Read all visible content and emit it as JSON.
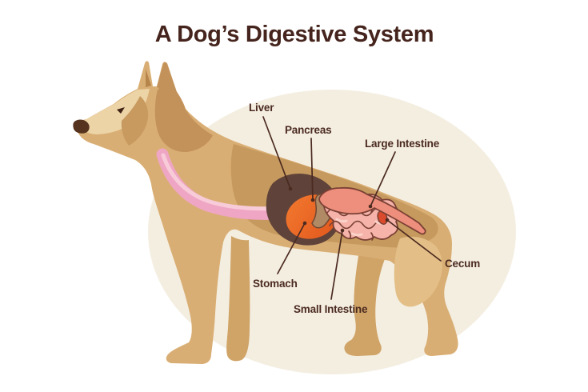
{
  "title": "A Dog’s Digestive System",
  "organ_labels": {
    "liver": "Liver",
    "pancreas": "Pancreas",
    "large_intestine": "Large Intestine",
    "stomach": "Stomach",
    "small_intestine": "Small Intestine",
    "cecum": "Cecum"
  },
  "colors": {
    "title_text": "#45241d",
    "label_text": "#4b2a20",
    "leader_line": "#4b2a20",
    "background": "#ffffff",
    "backdrop_ellipse": "#f4eee1",
    "dog_coat": "#d9ae74",
    "dog_coat_far_leg": "#d0a467",
    "dog_coat_light": "#ecd4a6",
    "dog_coat_dark": "#c3925a",
    "saddle_patch": "#c69a5e",
    "thigh_highlight": "#e3bf87",
    "nose": "#56331f",
    "esophagus": "#efa6c4",
    "esophagus_highlight": "#f8cbd9",
    "liver_organ": "#5f4239",
    "stomach_organ": "#ee6b25",
    "pancreas_organ": "#b08a64",
    "small_intestine_organ": "#f5b3aa",
    "large_intestine_organ": "#ee8e7c",
    "cecum_organ": "#db4a2c",
    "organ_outline": "#7a4034"
  }
}
